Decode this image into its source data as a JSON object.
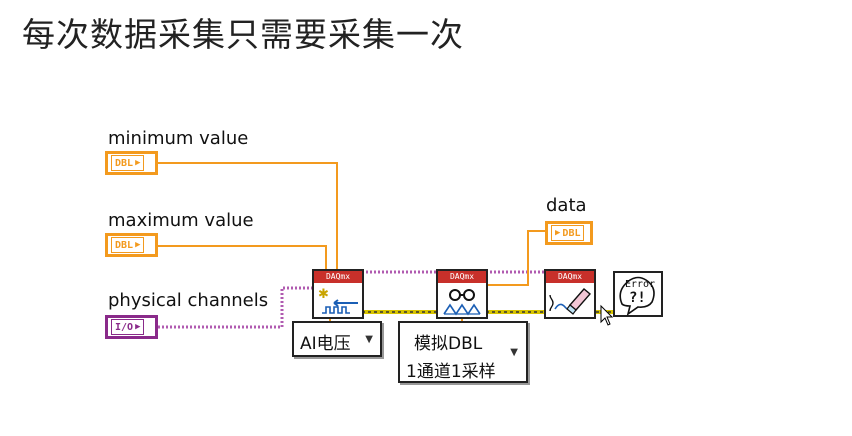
{
  "page_title": "每次数据采集只需要采集一次",
  "controls": {
    "min": {
      "label": "minimum value",
      "type": "DBL"
    },
    "max": {
      "label": "maximum value",
      "type": "DBL"
    },
    "chan": {
      "label": "physical channels",
      "type": "I/O"
    }
  },
  "indicator": {
    "label": "data",
    "type": "DBL"
  },
  "vis": {
    "create": "DAQmx",
    "read": "DAQmx",
    "clear": "DAQmx",
    "error_text": "Error",
    "error_marks": "?!"
  },
  "rings": {
    "create_selector": "AI电压",
    "read_selector_line1": "模拟DBL",
    "read_selector_line2": "1通道1采样"
  },
  "colors": {
    "numeric": "#f39a1e",
    "io": "#8a2a8a",
    "error_wire": "#d8c400",
    "task_wire": "#b05bb0"
  }
}
